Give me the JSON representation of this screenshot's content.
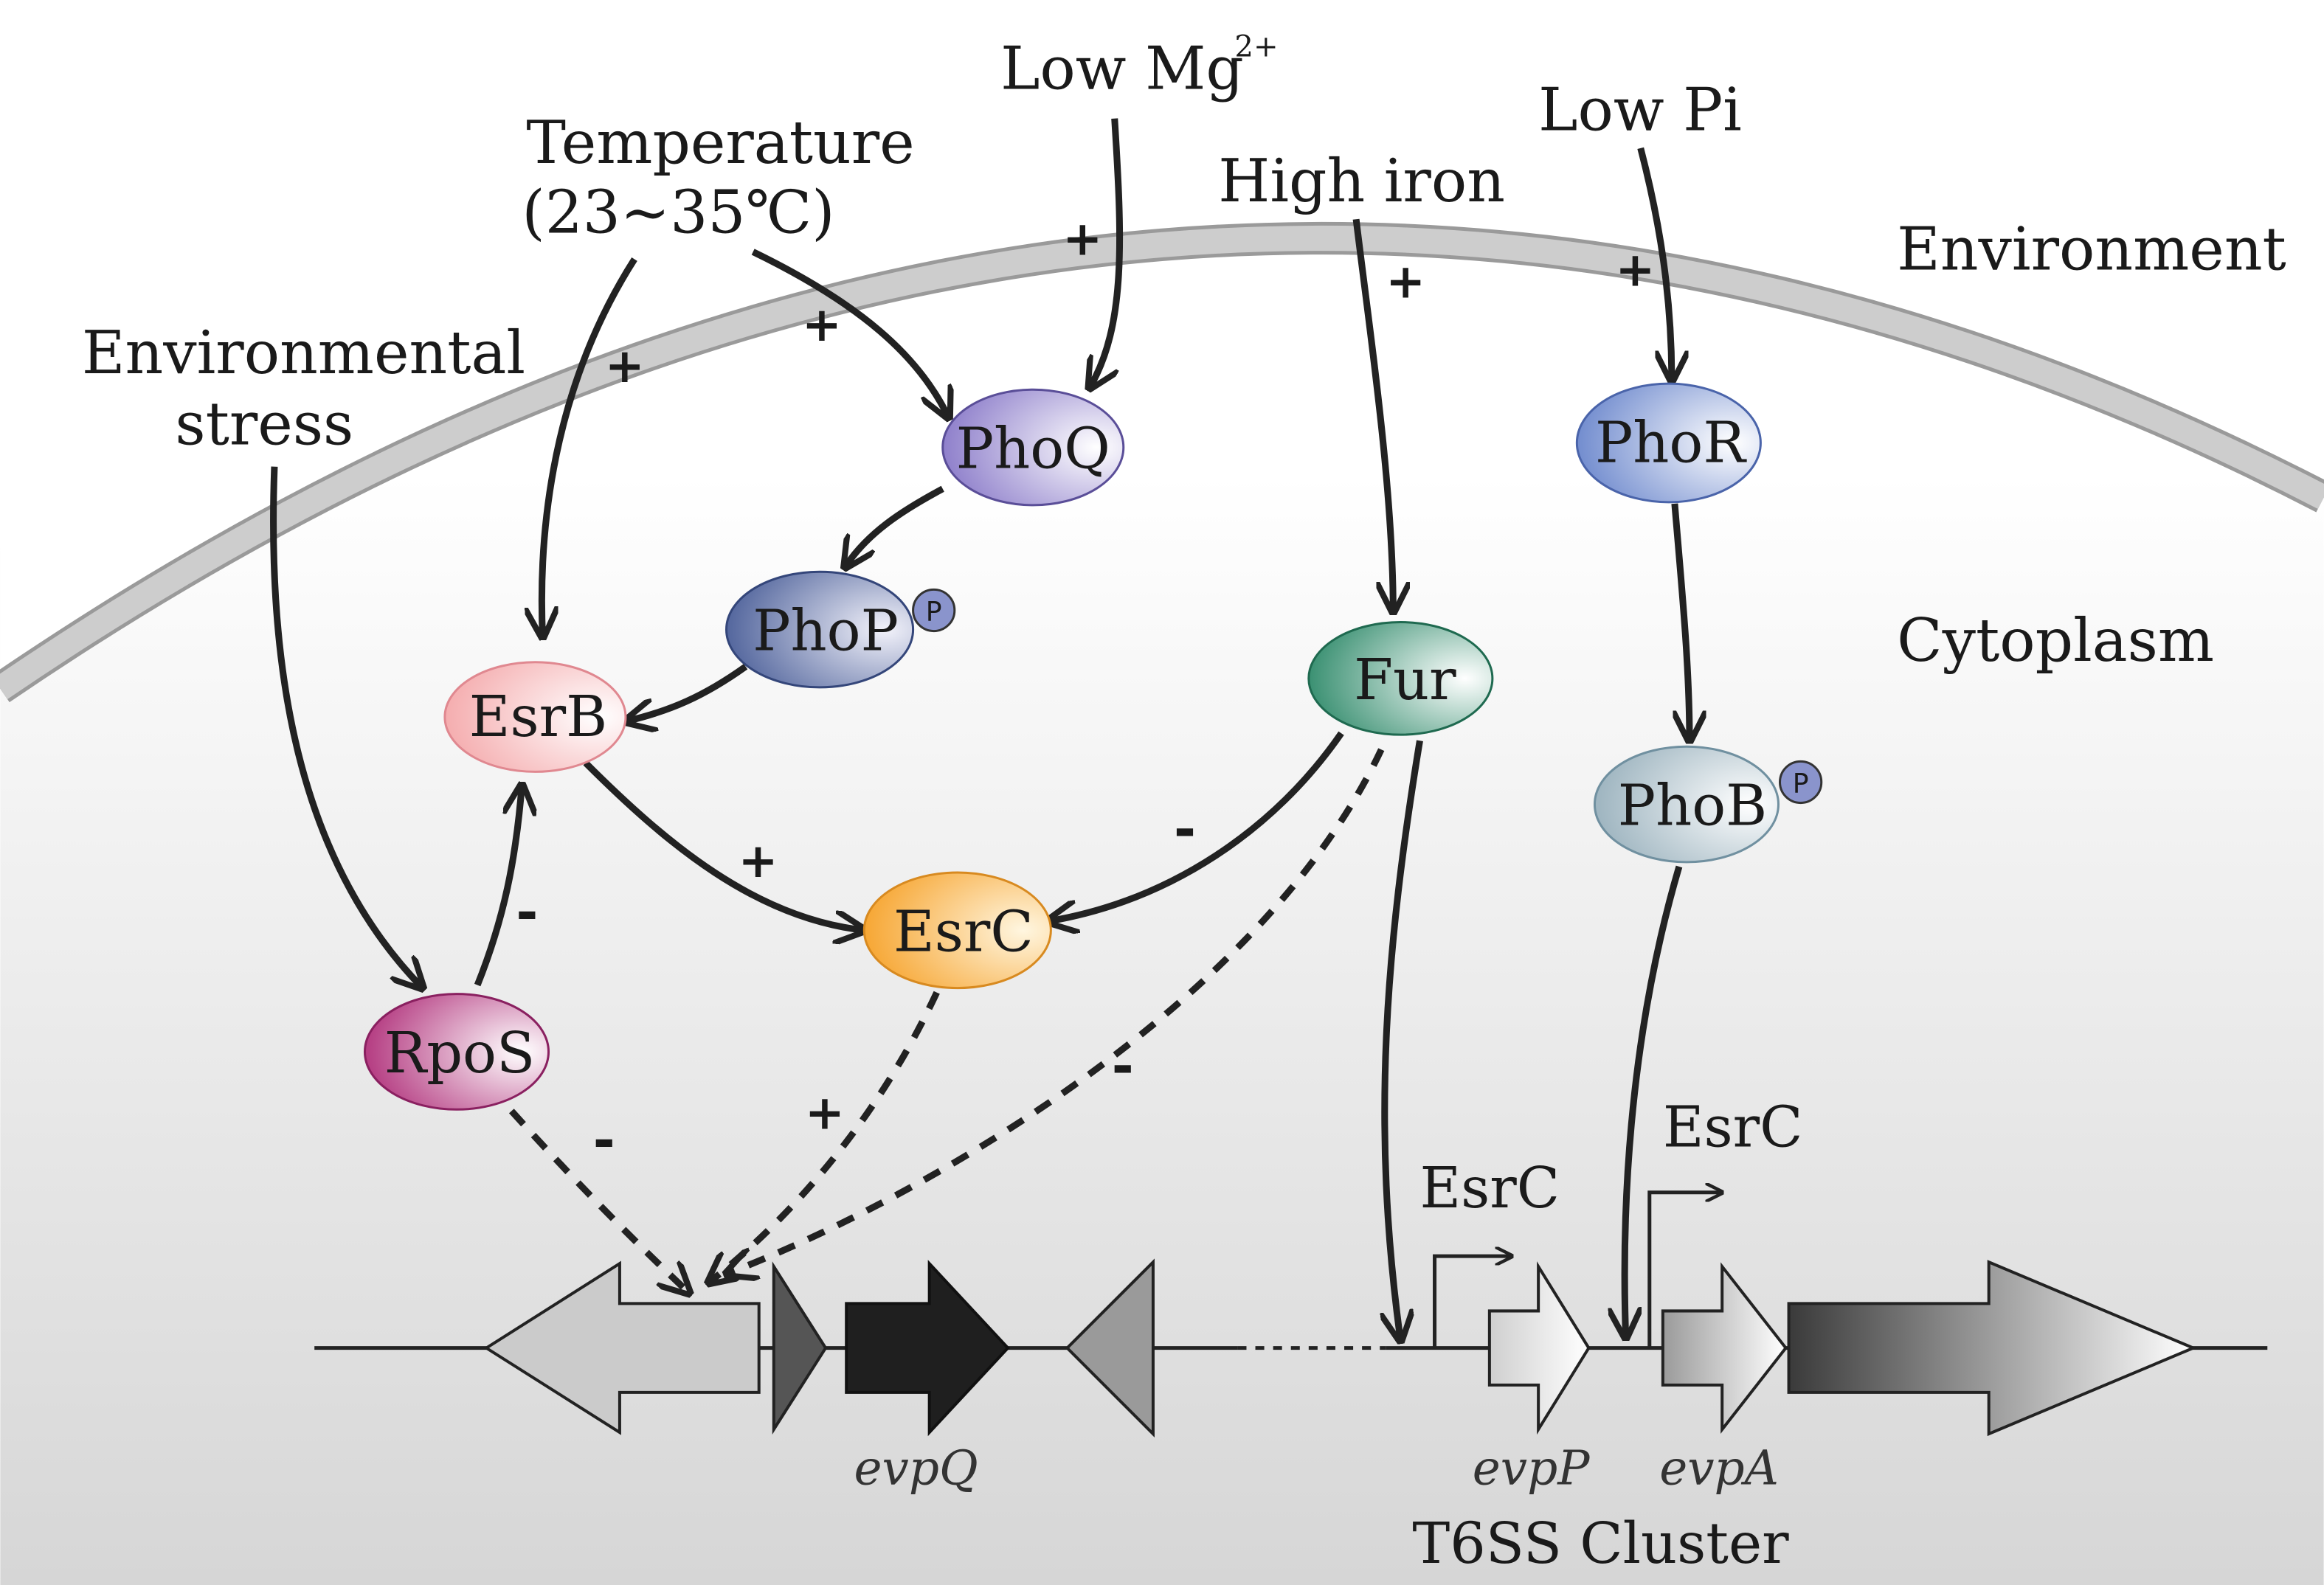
{
  "regions": {
    "environment": "Environment",
    "cytoplasm": "Cytoplasm"
  },
  "signals": {
    "low_mg": "Low Mg",
    "low_mg_superscript": "2+",
    "temperature_line1": "Temperature",
    "temperature_line2": "(23~35℃)",
    "high_iron": "High iron",
    "low_pi": "Low Pi",
    "env_stress_line1": "Environmental",
    "env_stress_line2": "stress"
  },
  "nodes": {
    "phoq": "PhoQ",
    "phop": "PhoP",
    "esrb": "EsrB",
    "esrc": "EsrC",
    "rpos": "RpoS",
    "fur": "Fur",
    "phor": "PhoR",
    "phob": "PhoB",
    "phospho_mark": "P"
  },
  "edge_signs": {
    "plus": "+",
    "minus": "-"
  },
  "genes": {
    "evpq": "evpQ",
    "evpp": "evpP",
    "evpa": "evpA",
    "promoter_label_1": "EsrC",
    "promoter_label_2": "EsrC",
    "cluster": "T6SS Cluster"
  },
  "colors": {
    "phoq": "#8878c8",
    "phop": "#4a5e98",
    "esrb": "#f4a8aa",
    "esrc": "#f6a22a",
    "rpos": "#b0307a",
    "fur": "#2f8a6a",
    "phor": "#6a86cc",
    "phob": "#98b0bc",
    "phospho": "#8a94cc",
    "membrane": "#c8c8c8"
  }
}
